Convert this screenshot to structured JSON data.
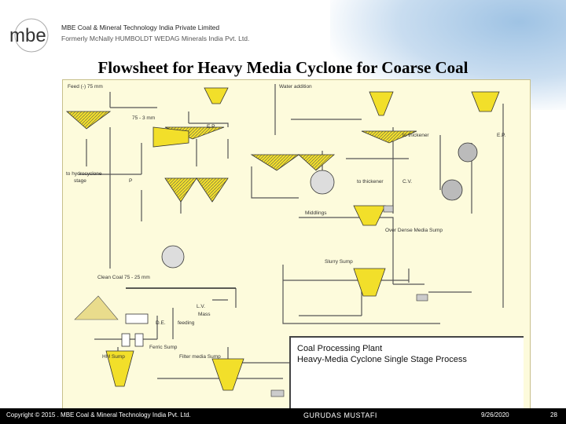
{
  "company": {
    "logo_text": "mbe",
    "name": "MBE Coal & Mineral Technology India Private Limited",
    "formerly": "Formerly McNally HUMBOLDT WEDAG Minerals India Pvt. Ltd."
  },
  "slide": {
    "title": "Flowsheet for Heavy Media Cyclone for Coarse Coal"
  },
  "diagram": {
    "labels": {
      "feed": "Feed (-) 75 mm",
      "water_addition": "Water addition",
      "size_75": "75 - 3 mm",
      "ep_left": "E.P.",
      "ep_right": "E.P.",
      "to_thickener_top": "to thickener",
      "to_hydrocyclone": "to hydrocyclone",
      "stage": "stage",
      "p": "P",
      "to_thickener_mid": "to thickener",
      "cv": "C.V.",
      "middlings": "Middlings",
      "over_dense_sump": "Over Dense Media Sump",
      "slurry_sump": "Slurry Sump",
      "clean_coal": "Clean Coal 75 - 25 mm",
      "lv": "L.V.",
      "mass": "Mass",
      "d_e": "D.E.",
      "feeding": "feeding",
      "ferric_sump": "Ferric Sump",
      "hm_sump": "HM Sump",
      "dilute_sump": "Filter media Sump"
    },
    "legend": {
      "line1": "Coal Processing Plant",
      "line2": "Heavy-Media Cyclone Single Stage Process"
    }
  },
  "footer": {
    "copyright": "Copyright © 2015 . MBE Coal & Mineral Technology India Pvt. Ltd.",
    "author": "GURUDAS MUSTAFI",
    "date": "9/26/2020",
    "page": "28"
  },
  "colors": {
    "sheet_bg": "#fdfbdc",
    "equipment_yellow": "#f2df2a",
    "pipe": "#555555",
    "footer_bg": "#000000"
  }
}
